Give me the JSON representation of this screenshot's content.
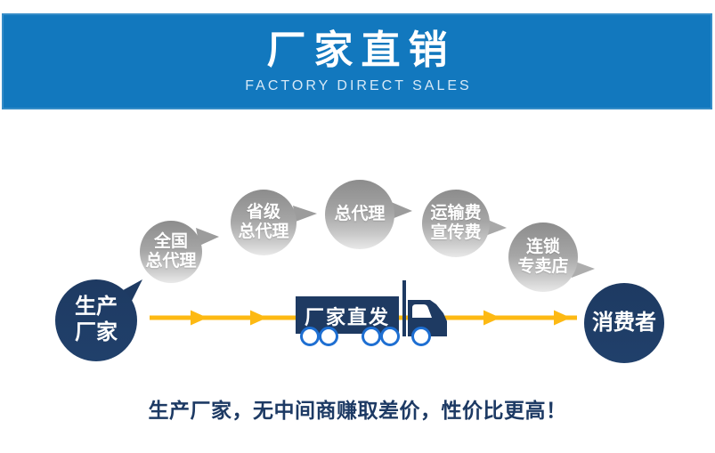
{
  "header": {
    "title": "厂家直销",
    "subtitle": "FACTORY DIRECT SALES",
    "background_color": "#1278BE"
  },
  "diagram": {
    "producer": {
      "label": "生产\n厂家"
    },
    "consumer": {
      "label": "消费者"
    },
    "truck": {
      "label": "厂家直发",
      "icon": "delivery-truck-icon"
    },
    "middlemen": [
      {
        "label": "全国\n总代理"
      },
      {
        "label": "省级\n总代理"
      },
      {
        "label": "总代理"
      },
      {
        "label": "运输费\n宣传费"
      },
      {
        "label": "连锁\n专卖店"
      }
    ],
    "colors": {
      "navy": "#1E3A62",
      "arrow_yellow": "#FDB913",
      "wheel_blue": "#1E6FD2",
      "bubble_gray_top": "#8C8C8C",
      "bubble_gray_bottom": "#E9E9E9"
    }
  },
  "slogan": {
    "text": "生产厂家，无中间商赚取差价，性价比更高！"
  }
}
